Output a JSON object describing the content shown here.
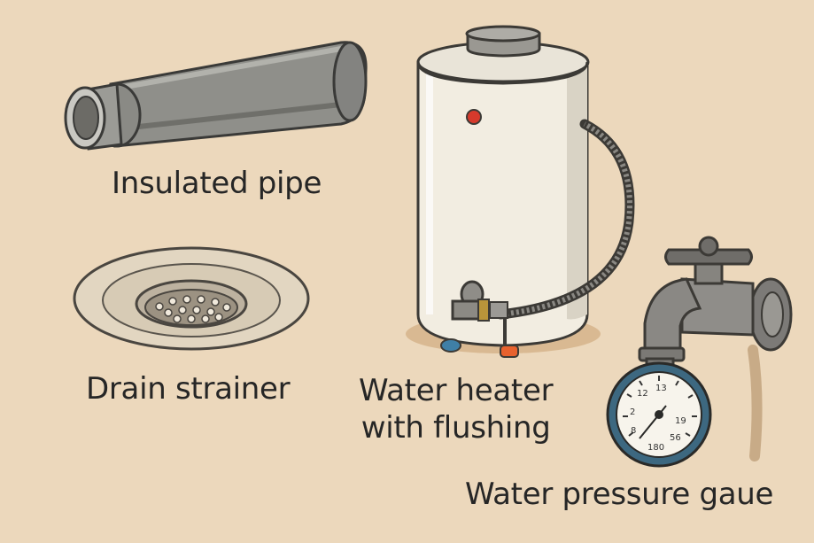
{
  "labels": {
    "insulated_pipe": "Insulated pipe",
    "drain_strainer": "Drain strainer",
    "water_heater_line1": "Water heater",
    "water_heater_line2": "with flushing",
    "water_pressure_gauge": "Water pressure gaue"
  },
  "gauge": {
    "ticks": [
      "12",
      "13",
      "19",
      "56",
      "180",
      "2",
      "8"
    ]
  },
  "colors": {
    "background": "#ecd8bc",
    "pipe": "#8f8f8a",
    "heater_body": "#f2ede1",
    "indicator_light": "#d63a2c",
    "gauge_rim": "#3d6880",
    "valve_orange": "#e8622e",
    "valve_blue": "#3f7fa6"
  },
  "icons": [
    "insulated-pipe-icon",
    "drain-strainer-icon",
    "water-heater-icon",
    "faucet-icon",
    "pressure-gauge-icon"
  ]
}
